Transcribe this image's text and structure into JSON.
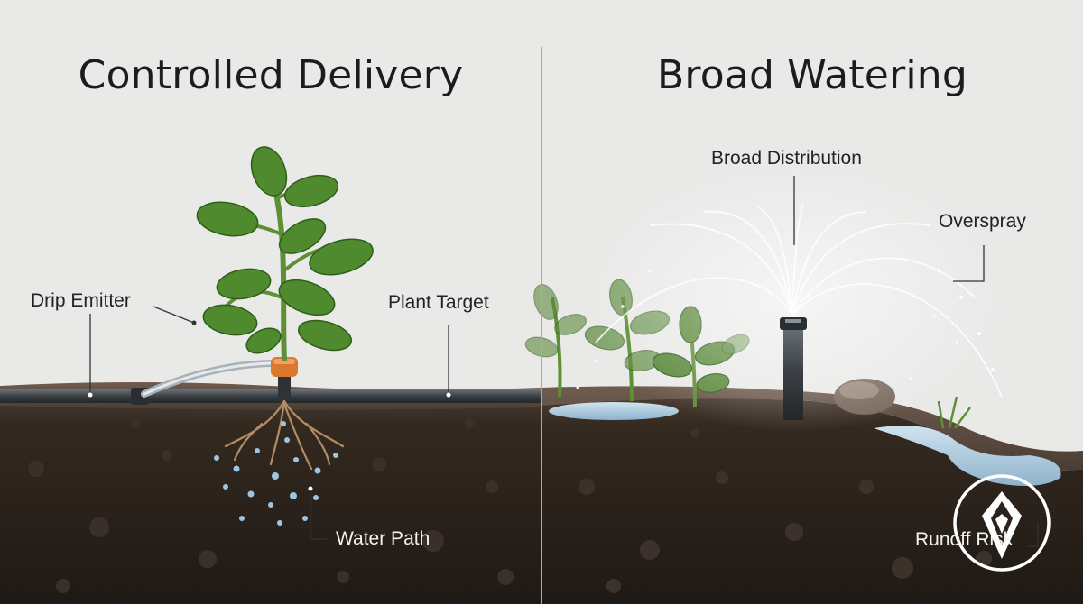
{
  "left_panel": {
    "title": "Controlled Delivery",
    "labels": {
      "drip_emitter": "Drip Emitter",
      "plant_target": "Plant Target",
      "water_path": "Water Path"
    }
  },
  "right_panel": {
    "title": "Broad Watering",
    "labels": {
      "broad_distribution": "Broad Distribution",
      "overspray": "Overspray",
      "runoff_risk": "Runoff Risk"
    }
  },
  "colors": {
    "sky": "#e9eae8",
    "soil_dark": "#2b2320",
    "soil_surface": "#5a4a40",
    "leaf": "#4f8a2e",
    "water": "#8fb9d6",
    "tube": "#3a3f44"
  }
}
